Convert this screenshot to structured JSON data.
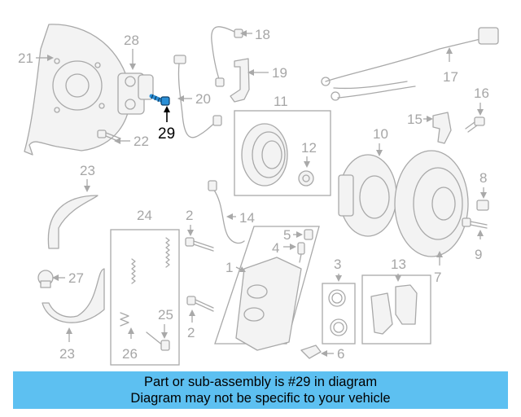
{
  "diagram": {
    "highlight_color": "#2a8fd6",
    "labels": {
      "l1": "1",
      "l2a": "2",
      "l2b": "2",
      "l3": "3",
      "l4": "4",
      "l5": "5",
      "l6": "6",
      "l7": "7",
      "l8": "8",
      "l9": "9",
      "l10": "10",
      "l11": "11",
      "l12": "12",
      "l13": "13",
      "l14": "14",
      "l15": "15",
      "l16": "16",
      "l17": "17",
      "l18": "18",
      "l19": "19",
      "l20": "20",
      "l21": "21",
      "l22": "22",
      "l23a": "23",
      "l23b": "23",
      "l24": "24",
      "l25": "25",
      "l26": "26",
      "l27": "27",
      "l28": "28",
      "l29": "29"
    }
  },
  "banner": {
    "color": "#5dc0f1",
    "line1": "Part or sub-assembly is #29 in diagram",
    "line2": "Diagram may not be specific to your vehicle"
  }
}
